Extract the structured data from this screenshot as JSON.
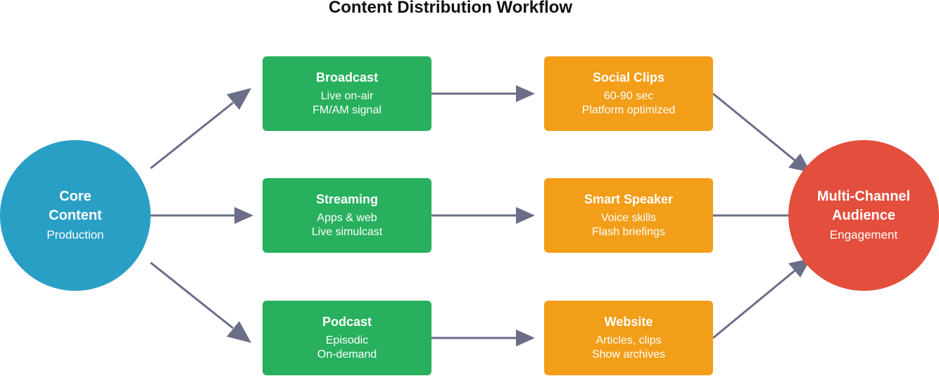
{
  "title": "Content Distribution Workflow",
  "colors": {
    "source": "#2a9fc6",
    "channel": "#28b05e",
    "format": "#f29e19",
    "audience": "#e44e3c",
    "edge": "#6b6e87"
  },
  "nodes": {
    "core": {
      "title": "Core Content",
      "title_lines": [
        "Core",
        "Content"
      ],
      "subtitle": "Production"
    },
    "broadcast": {
      "title": "Broadcast",
      "lines": [
        "Live on-air",
        "FM/AM signal"
      ]
    },
    "streaming": {
      "title": "Streaming",
      "lines": [
        "Apps & web",
        "Live simulcast"
      ]
    },
    "podcast": {
      "title": "Podcast",
      "lines": [
        "Episodic",
        "On-demand"
      ]
    },
    "social": {
      "title": "Social Clips",
      "lines": [
        "60-90 sec",
        "Platform optimized"
      ]
    },
    "speaker": {
      "title": "Smart Speaker",
      "lines": [
        "Voice skills",
        "Flash briefings"
      ]
    },
    "website": {
      "title": "Website",
      "lines": [
        "Articles, clips",
        "Show archives"
      ]
    },
    "audience": {
      "title": "Multi-Channel Audience",
      "title_lines": [
        "Multi-Channel",
        "Audience"
      ],
      "subtitle": "Engagement"
    }
  },
  "edges": [
    {
      "from": "core",
      "to": "broadcast"
    },
    {
      "from": "core",
      "to": "streaming"
    },
    {
      "from": "core",
      "to": "podcast"
    },
    {
      "from": "broadcast",
      "to": "social"
    },
    {
      "from": "streaming",
      "to": "speaker"
    },
    {
      "from": "podcast",
      "to": "website"
    },
    {
      "from": "social",
      "to": "audience"
    },
    {
      "from": "speaker",
      "to": "audience"
    },
    {
      "from": "website",
      "to": "audience"
    }
  ]
}
